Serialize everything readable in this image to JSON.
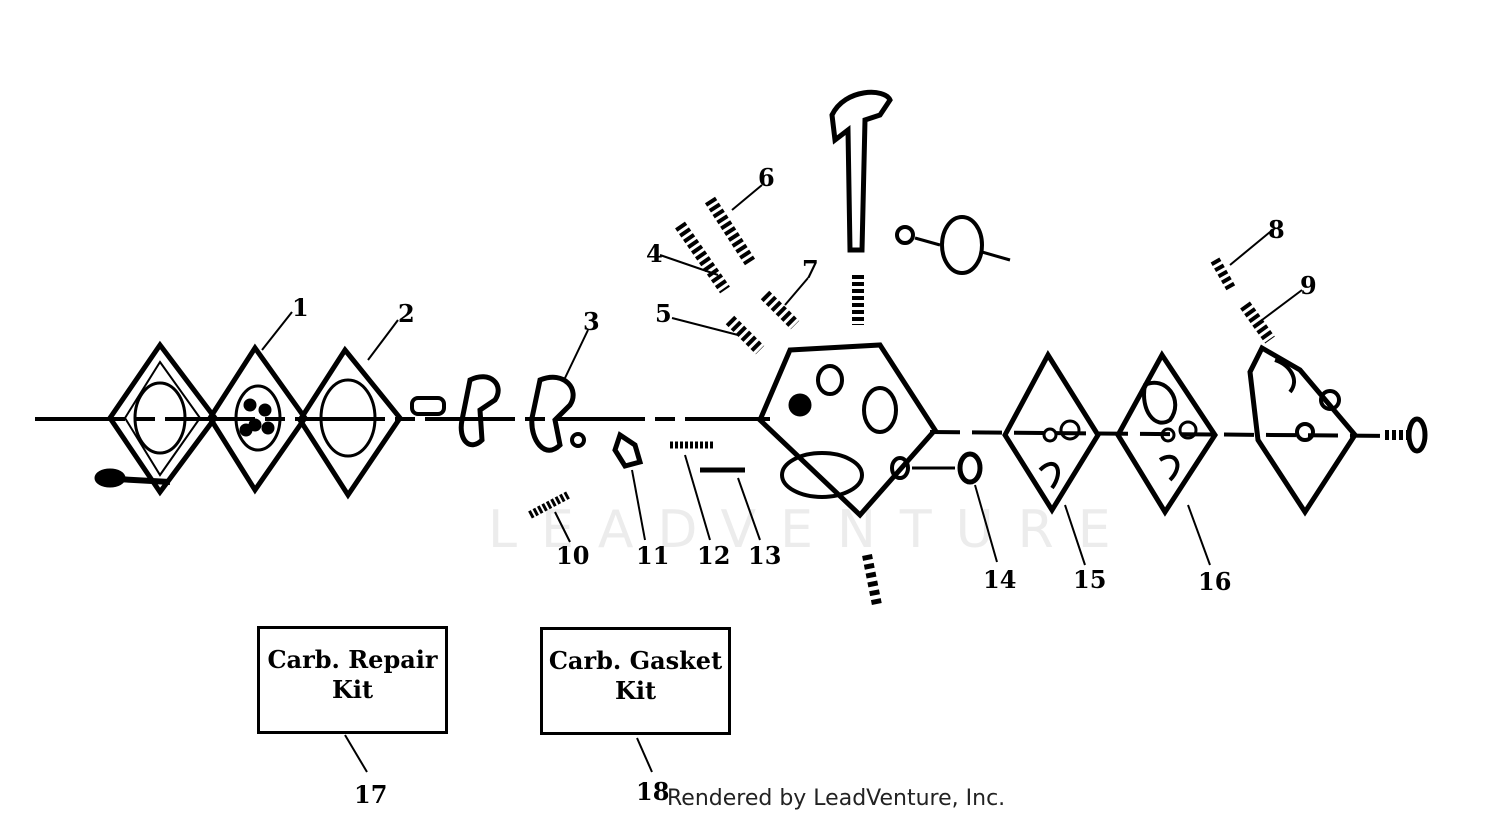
{
  "watermark_text": "LEADVENTURE",
  "parts": [
    {
      "id": "part-1",
      "label": "1"
    },
    {
      "id": "part-2",
      "label": "2"
    },
    {
      "id": "part-3",
      "label": "3"
    },
    {
      "id": "part-4",
      "label": "4"
    },
    {
      "id": "part-5",
      "label": "5"
    },
    {
      "id": "part-6",
      "label": "6"
    },
    {
      "id": "part-7",
      "label": "7"
    },
    {
      "id": "part-8",
      "label": "8"
    },
    {
      "id": "part-9",
      "label": "9"
    },
    {
      "id": "part-10",
      "label": "10"
    },
    {
      "id": "part-11",
      "label": "11"
    },
    {
      "id": "part-12",
      "label": "12"
    },
    {
      "id": "part-13",
      "label": "13"
    },
    {
      "id": "part-14",
      "label": "14"
    },
    {
      "id": "part-15",
      "label": "15"
    },
    {
      "id": "part-16",
      "label": "16"
    },
    {
      "id": "part-17",
      "label": "17"
    },
    {
      "id": "part-18",
      "label": "18"
    }
  ],
  "kits": {
    "repair": {
      "line1": "Carb. Repair",
      "line2": "Kit"
    },
    "gasket": {
      "line1": "Carb. Gasket",
      "line2": "Kit"
    }
  },
  "credit": "Rendered by LeadVenture, Inc."
}
